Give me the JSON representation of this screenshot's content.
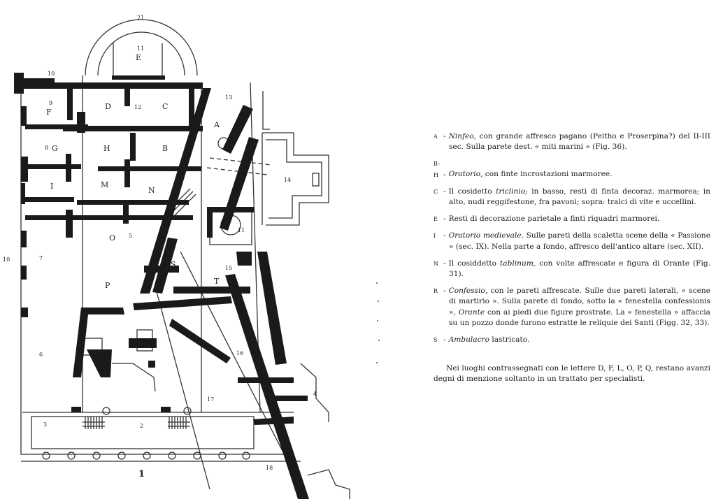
{
  "plan": {
    "labels": {
      "A": "A",
      "B": "B",
      "C": "C",
      "D": "D",
      "E": "E",
      "F": "F",
      "G": "G",
      "H": "H",
      "I": "I",
      "M": "M",
      "N": "N",
      "O": "O",
      "P": "P",
      "S": "S",
      "T": "T",
      "n1": "1",
      "n2": "2",
      "n3": "3",
      "n4": "4",
      "n5": "5",
      "n6": "6",
      "n7": "7",
      "n8": "8",
      "n9": "9",
      "n10": "10",
      "n10b": "10",
      "n11": "11",
      "n11b": "11",
      "n12": "12",
      "n13": "13",
      "n14": "14",
      "n15": "15",
      "n16": "16",
      "n17": "17",
      "n18": "18",
      "n21": "21"
    }
  },
  "legend": {
    "entries": [
      {
        "key": "A",
        "term": "Ninfeo,",
        "text": "con grande affresco pagano (Peitho e Proserpina?) del II-III sec. Sulla parete dest. « miti marini » (Fig. 36)."
      },
      {
        "key": "B-H",
        "term": "Oratorio,",
        "text": "con finte incrostazioni marmoree."
      },
      {
        "key": "C",
        "pre": "Il cosidetto",
        "term": "triclinio;",
        "text": "in basso, resti di finta decoraz. marmorea; in alto, nudi reggifestone, fra pavoni; sopra: tralci di vite e uccellini."
      },
      {
        "key": "E",
        "text": "Resti di decorazione parietale a finti riquadri marmorei."
      },
      {
        "key": "I",
        "term": "Oratorio medievale.",
        "text": "Sulle pareti della scaletta scene della « Passione » (sec. IX). Nella parte a fondo, affresco dell'antico altare (sec. XII)."
      },
      {
        "key": "N",
        "pre": "Il cosiddetto",
        "term": "tablinum,",
        "text": "con volte affrescate e figura di Orante (Fig. 31)."
      },
      {
        "key": "R",
        "term": "Confessio,",
        "text": "con le pareti affrescate. Sulle due pareti laterali, « scene di martirio ». Sulla parete di fondo, sotto la « fenestella confessionis »,",
        "term2": "Orante",
        "text2": "con ai piedi due figure prostrate. La « fenestella » affaccia su un pozzo donde furono estratte le reliquie dei Santi (Figg. 32, 33)."
      },
      {
        "key": "S",
        "term": "Ambulacro",
        "text": "lastricato."
      }
    ],
    "note": "Nei luoghi contrassegnati con le lettere D, F, L, O, P, Q, restano avanzi degni di menzione soltanto in un trattato per specialisti."
  }
}
